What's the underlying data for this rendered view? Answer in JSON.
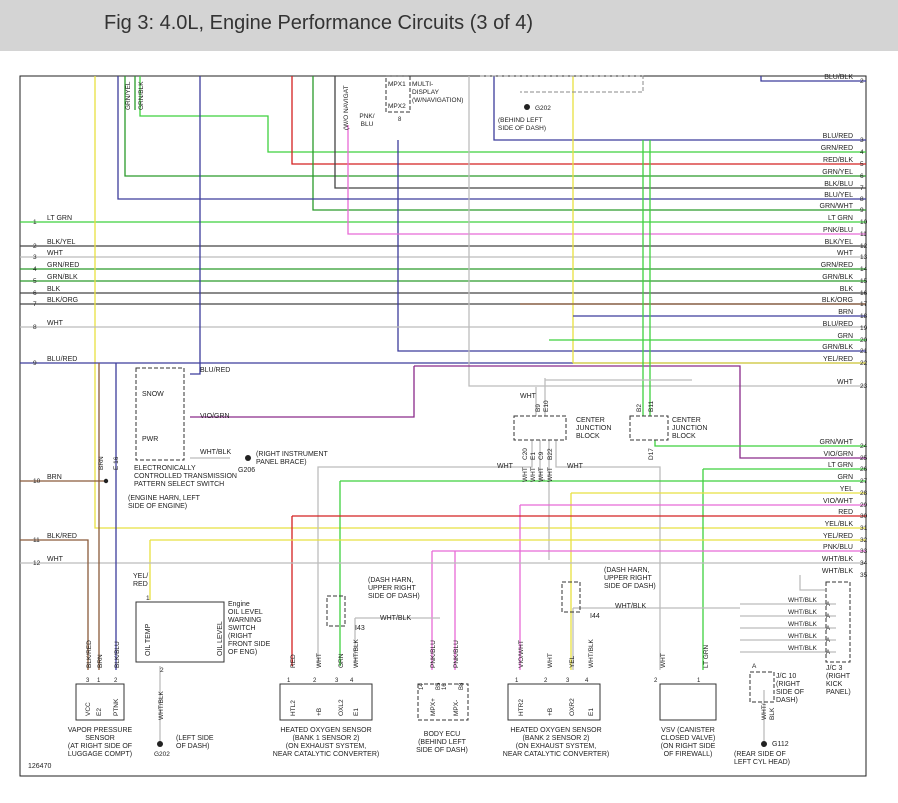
{
  "header": {
    "title": "Fig 3: 4.0L, Engine Performance Circuits (3 of 4)"
  },
  "figure_id": "126470",
  "left_pins": [
    {
      "num": "1",
      "label": "LT GRN"
    },
    {
      "num": "2",
      "label": "BLK/YEL"
    },
    {
      "num": "3",
      "label": "WHT"
    },
    {
      "num": "4",
      "label": "GRN/RED"
    },
    {
      "num": "5",
      "label": "GRN/BLK"
    },
    {
      "num": "6",
      "label": "BLK"
    },
    {
      "num": "7",
      "label": "BLK/ORG"
    },
    {
      "num": "8",
      "label": "WHT"
    },
    {
      "num": "9",
      "label": "BLU/RED"
    },
    {
      "num": "10",
      "label": "BRN"
    },
    {
      "num": "11",
      "label": "BLK/RED"
    },
    {
      "num": "12",
      "label": "WHT"
    }
  ],
  "right_pins": [
    {
      "num": "2",
      "label": "BLU/BLK"
    },
    {
      "num": "3",
      "label": "BLU/RED"
    },
    {
      "num": "4",
      "label": "GRN/RED"
    },
    {
      "num": "5",
      "label": "RED/BLK"
    },
    {
      "num": "6",
      "label": "GRN/YEL"
    },
    {
      "num": "7",
      "label": "BLK/BLU"
    },
    {
      "num": "8",
      "label": "BLU/YEL"
    },
    {
      "num": "9",
      "label": "GRN/WHT"
    },
    {
      "num": "10",
      "label": "LT GRN"
    },
    {
      "num": "11",
      "label": "PNK/BLU"
    },
    {
      "num": "12",
      "label": "BLK/YEL"
    },
    {
      "num": "13",
      "label": "WHT"
    },
    {
      "num": "14",
      "label": "GRN/RED"
    },
    {
      "num": "15",
      "label": "GRN/BLK"
    },
    {
      "num": "16",
      "label": "BLK"
    },
    {
      "num": "17",
      "label": "BLK/ORG"
    },
    {
      "num": "18",
      "label": "BRN"
    },
    {
      "num": "19",
      "label": "BLU/RED"
    },
    {
      "num": "20",
      "label": "GRN"
    },
    {
      "num": "21",
      "label": "GRN/BLK"
    },
    {
      "num": "22",
      "label": "YEL/RED"
    },
    {
      "num": "23",
      "label": "WHT"
    },
    {
      "num": "24",
      "label": "GRN/WHT"
    },
    {
      "num": "25",
      "label": "VIO/GRN"
    },
    {
      "num": "26",
      "label": "LT GRN"
    },
    {
      "num": "27",
      "label": "GRN"
    },
    {
      "num": "28",
      "label": "YEL"
    },
    {
      "num": "29",
      "label": "VIO/WHT"
    },
    {
      "num": "30",
      "label": "RED"
    },
    {
      "num": "31",
      "label": "YEL/BLK"
    },
    {
      "num": "32",
      "label": "YEL/RED"
    },
    {
      "num": "33",
      "label": "PNK/BLU"
    },
    {
      "num": "34",
      "label": "WHT/BLK"
    },
    {
      "num": "35",
      "label": "WHT/BLK"
    }
  ],
  "top_area": {
    "wire_grn_yel": "GRN/YEL",
    "wire_grn_blk": "GRN/BLK",
    "wire_wo_navigat": "(W/O NAVIGAT",
    "mpx1": "MPX1",
    "mpx2": "MPX2",
    "mpx_pin": "8",
    "multi_display": "MULTI-\nDISPLAY\n(W/NAVIGATION)",
    "pnk_blu": "PNK/\nBLU",
    "g202": "G202",
    "g202_note": "(BEHIND LEFT\nSIDE OF DASH)"
  },
  "pattern_switch": {
    "blu_red": "BLU/RED",
    "snow": "SNOW",
    "vio_grn": "VIO/GRN",
    "pwr": "PWR",
    "wht_blk": "WHT/BLK",
    "note": "ELECTRONICALLY\nCONTROLLED TRANSMISSION\nPATTERN SELECT SWITCH",
    "g206": "G206",
    "g206_note": "(RIGHT INSTRUMENT\nPANEL BRACE)"
  },
  "engine_harness": {
    "brn_v": "BRN",
    "e16": "E 16",
    "note": "(ENGINE HARN, LEFT\nSIDE OF ENGINE)"
  },
  "center_jb": {
    "wht_top": "WHT",
    "pins_top": [
      "B9",
      "E10"
    ],
    "pins_bottom": [
      "C20",
      "E1",
      "C9",
      "B22"
    ],
    "wht_left": "WHT",
    "wht_right": "WHT",
    "wht_vertical": [
      "WHT",
      "WHT",
      "WHT",
      "WHT"
    ],
    "label": "CENTER\nJUNCTION\nBLOCK",
    "label2": "CENTER\nJUNCTION\nBLOCK",
    "pins_top2": [
      "B2",
      "B11"
    ],
    "pin_bottom2": "D17"
  },
  "dash_harness_left": {
    "note": "(DASH HARN,\nUPPER RIGHT\nSIDE OF DASH)",
    "wht_blk": "WHT/BLK",
    "pin": "I43"
  },
  "dash_harness_right": {
    "note": "(DASH HARN,\nUPPER RIGHT\nSIDE OF DASH)",
    "wht_blk": "WHT/BLK",
    "pin": "I44"
  },
  "yel_red_left": "YEL/\nRED",
  "oil_switch": {
    "pin1": "1",
    "oil_temp": "OIL TEMP",
    "oil_level": "OIL LEVEL",
    "pin2": "2",
    "note": "Engine\nOIL LEVEL\nWARNING\nSWITCH\n(RIGHT\nFRONT SIDE\nOF ENG)",
    "wht_blk_v": "WHT/BLK",
    "g202": "G202",
    "g202_note": "(LEFT SIDE\nOF DASH)"
  },
  "vapor_sensor": {
    "wires": [
      "BLK/RED",
      "BRN",
      "BLK/BLU"
    ],
    "pins": [
      "3",
      "1",
      "2"
    ],
    "terms": [
      "VCC",
      "E2",
      "PTNK"
    ],
    "note": "VAPOR PRESSURE\nSENSOR\n(AT RIGHT SIDE OF\nLUGGAGE COMPT)"
  },
  "o2_bank1": {
    "wires": [
      "RED",
      "WHT",
      "GRN",
      "WHT/BLK"
    ],
    "pins": [
      "1",
      "2",
      "3",
      "4"
    ],
    "terms": [
      "HTL2",
      "+B",
      "OXL2",
      "E1"
    ],
    "note": "HEATED OXYGEN SENSOR\n(BANK 1 SENSOR 2)\n(ON EXHAUST SYSTEM,\nNEAR CATALYTIC CONVERTER)"
  },
  "body_ecu": {
    "wires": [
      "PNK/BLU",
      "PNK/BLU"
    ],
    "conn": [
      "B5",
      "B8"
    ],
    "pins": [
      "14",
      "16"
    ],
    "terms": [
      "MPX+",
      "MPX-"
    ],
    "note": "BODY ECU\n(BEHIND LEFT\nSIDE OF DASH)"
  },
  "o2_bank2": {
    "wires": [
      "VIO/WHT",
      "WHT",
      "YEL",
      "WHT/BLK"
    ],
    "pins": [
      "1",
      "2",
      "3",
      "4"
    ],
    "terms": [
      "HTR2",
      "+B",
      "OXR2",
      "E1"
    ],
    "note": "HEATED OXYGEN SENSOR\n(BANK 2 SENSOR 2)\n(ON EXHAUST SYSTEM,\nNEAR CATALYTIC CONVERTER)"
  },
  "vsv": {
    "wires": [
      "WHT",
      "LT GRN"
    ],
    "pins": [
      "2",
      "1"
    ],
    "note": "VSV (CANISTER\nCLOSED VALVE)\n(ON RIGHT SIDE\nOF FIREWALL)"
  },
  "jc10": {
    "wht_blk": "WHT/\nBLK",
    "pin_a": "A",
    "note": "J/C 10\n(RIGHT\nSIDE OF\nDASH)",
    "g112": "G112",
    "g112_note": "(REAR SIDE OF\nLEFT CYL HEAD)"
  },
  "jc3": {
    "wires": [
      "WHT/BLK",
      "WHT/BLK",
      "WHT/BLK",
      "WHT/BLK",
      "WHT/BLK"
    ],
    "pin": "A",
    "note": "J/C 3\n(RIGHT\nKICK\nPANEL)"
  },
  "colors": {
    "ltgrn": "#3fd13f",
    "grn": "#2a9a2a",
    "yel": "#e8e040",
    "red": "#d42020",
    "blu": "#3c3c9c",
    "pnk": "#e86ad6",
    "vio": "#8a2a8a",
    "brn": "#8a5a3a",
    "blk": "#444444",
    "wht": "#bcbcbc",
    "org": "#c87a2a"
  }
}
